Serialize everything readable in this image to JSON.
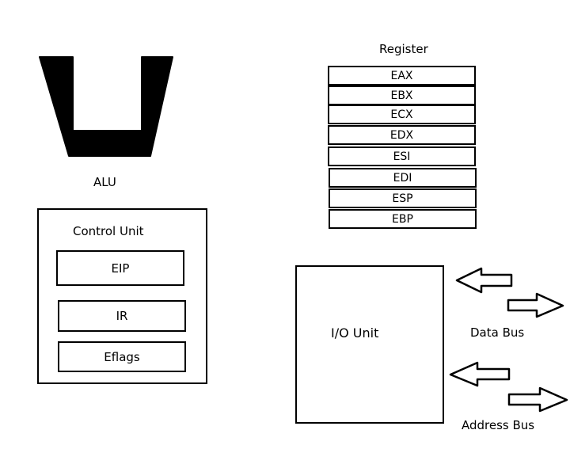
{
  "alu": {
    "label": "ALU"
  },
  "control_unit": {
    "title": "Control Unit",
    "items": [
      "EIP",
      "IR",
      "Eflags"
    ]
  },
  "registers": {
    "title": "Register",
    "items": [
      "EAX",
      "EBX",
      "ECX",
      "EDX",
      "ESI",
      "EDI",
      "ESP",
      "EBP"
    ]
  },
  "io_unit": {
    "label": "I/O Unit"
  },
  "buses": {
    "data_bus": "Data Bus",
    "address_bus": "Address Bus"
  }
}
